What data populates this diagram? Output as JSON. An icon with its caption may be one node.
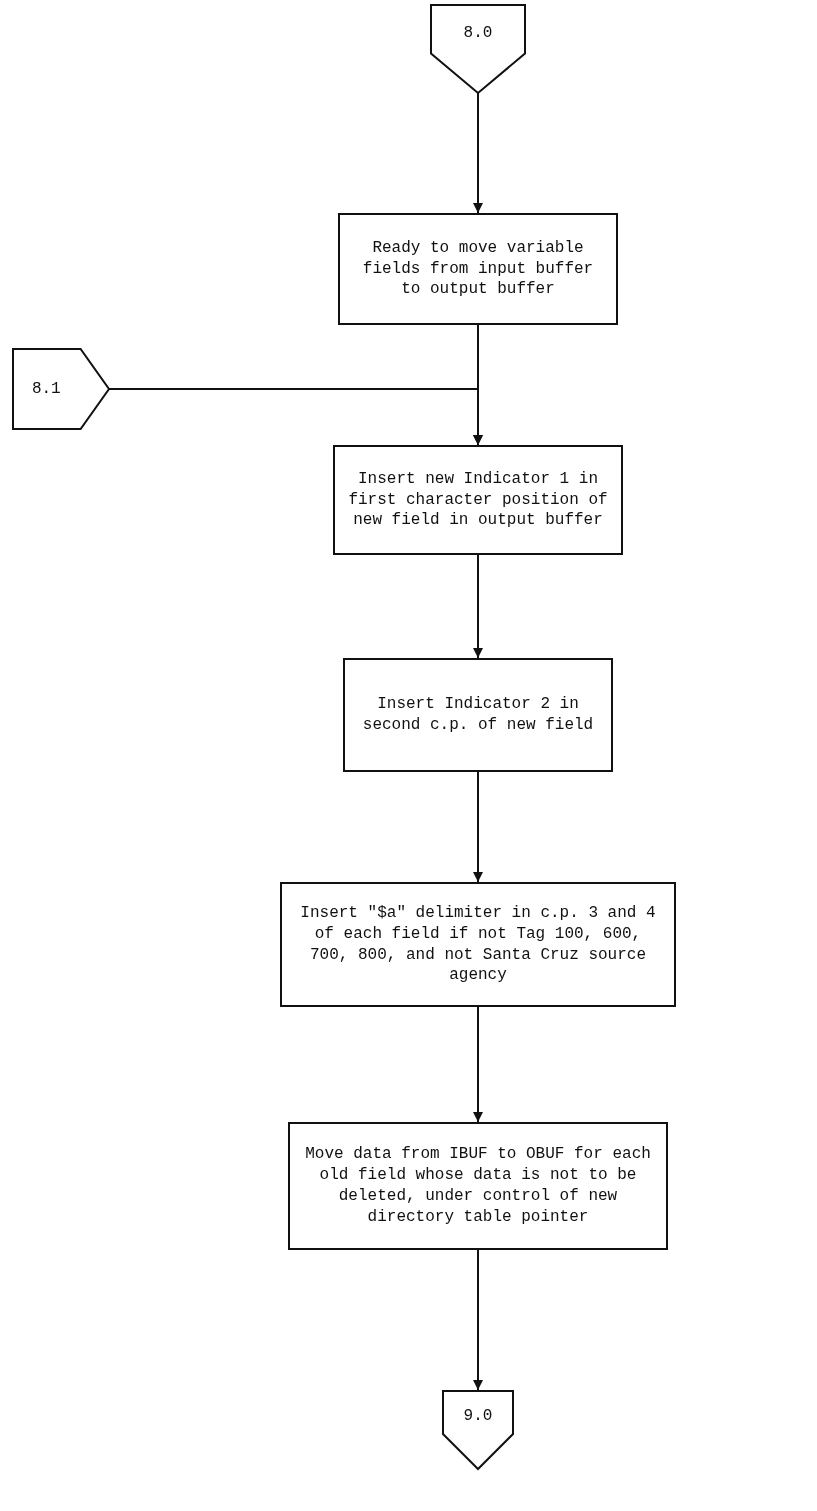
{
  "diagram": {
    "nodes": [
      {
        "text": [
          "8.0"
        ]
      },
      {
        "text": [
          "Ready to move variable fields from input buffer to output buffer"
        ]
      },
      {
        "text": [
          "8.1"
        ]
      },
      {
        "text": [
          "Insert new Indicator 1 in first character position of new field in output buffer"
        ]
      },
      {
        "text": [
          "Insert Indicator 2 in second c.p. of new field"
        ]
      },
      {
        "text": [
          "Insert \"$a\" delimiter in c.p. 3 and 4 of each field if not Tag 100, 600, 700, 800, and not Santa Cruz source agency"
        ]
      },
      {
        "text": [
          "Move data from IBUF to OBUF for each old field whose data is not to be deleted, under control of new directory table pointer"
        ]
      },
      {
        "text": [
          "9.0"
        ]
      }
    ],
    "edges": [
      {
        "from": 0,
        "to": 1,
        "arrow": "to"
      },
      {
        "from": 1,
        "to": 3,
        "arrow": "to"
      },
      {
        "from": 2,
        "to": 3,
        "arrow": "to"
      },
      {
        "from": 3,
        "to": 4,
        "arrow": "to"
      },
      {
        "from": 4,
        "to": 5,
        "arrow": "to"
      },
      {
        "from": 5,
        "to": 6,
        "arrow": "to"
      },
      {
        "from": 6,
        "to": 7,
        "arrow": "to"
      }
    ]
  }
}
